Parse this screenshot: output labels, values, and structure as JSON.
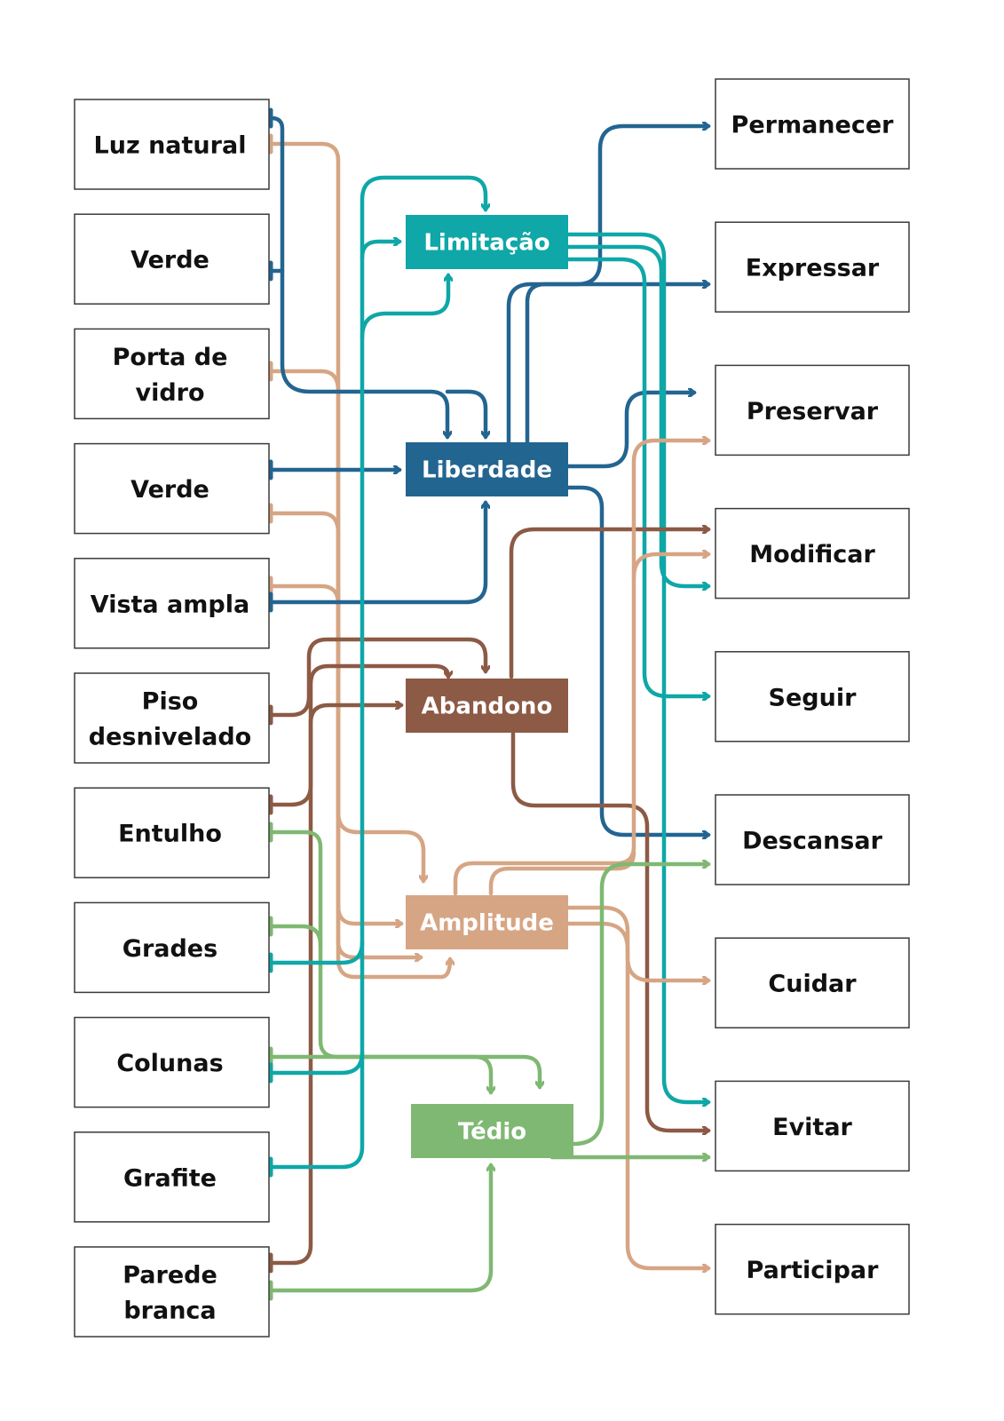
{
  "diagram": {
    "colors": {
      "Limitação": "#0fa7a7",
      "Liberdade": "#236591",
      "Abandono": "#8c5a45",
      "Amplitude": "#d6a584",
      "Tédio": "#7fb872"
    },
    "sources": [
      {
        "id": "luz-natural",
        "lines": [
          "Luz natural"
        ]
      },
      {
        "id": "verde-1",
        "lines": [
          "Verde"
        ]
      },
      {
        "id": "porta-de-vidro",
        "lines": [
          "Porta de",
          "vidro"
        ]
      },
      {
        "id": "verde-2",
        "lines": [
          "Verde"
        ]
      },
      {
        "id": "vista-ampla",
        "lines": [
          "Vista ampla"
        ]
      },
      {
        "id": "piso-desnivelado",
        "lines": [
          "Piso",
          "desnivelado"
        ]
      },
      {
        "id": "entulho",
        "lines": [
          "Entulho"
        ]
      },
      {
        "id": "grades",
        "lines": [
          "Grades"
        ]
      },
      {
        "id": "colunas",
        "lines": [
          "Colunas"
        ]
      },
      {
        "id": "grafite",
        "lines": [
          "Grafite"
        ]
      },
      {
        "id": "parede-branca",
        "lines": [
          "Parede",
          "branca"
        ]
      }
    ],
    "categories": [
      {
        "id": "limitacao",
        "label": "Limitação"
      },
      {
        "id": "liberdade",
        "label": "Liberdade"
      },
      {
        "id": "abandono",
        "label": "Abandono"
      },
      {
        "id": "amplitude",
        "label": "Amplitude"
      },
      {
        "id": "tedio",
        "label": "Tédio"
      }
    ],
    "targets": [
      {
        "id": "permanecer",
        "label": "Permanecer"
      },
      {
        "id": "expressar",
        "label": "Expressar"
      },
      {
        "id": "preservar",
        "label": "Preservar"
      },
      {
        "id": "modificar",
        "label": "Modificar"
      },
      {
        "id": "seguir",
        "label": "Seguir"
      },
      {
        "id": "descansar",
        "label": "Descansar"
      },
      {
        "id": "cuidar",
        "label": "Cuidar"
      },
      {
        "id": "evitar",
        "label": "Evitar"
      },
      {
        "id": "participar",
        "label": "Participar"
      }
    ],
    "source_links": [
      {
        "from": "Luz natural",
        "to": "Liberdade"
      },
      {
        "from": "Verde",
        "to": "Liberdade"
      },
      {
        "from": "Luz natural",
        "to": "Amplitude"
      },
      {
        "from": "Porta de vidro",
        "to": "Amplitude"
      },
      {
        "from": "Verde",
        "to": "Liberdade"
      },
      {
        "from": "Verde",
        "to": "Amplitude"
      },
      {
        "from": "Vista ampla",
        "to": "Amplitude"
      },
      {
        "from": "Vista ampla",
        "to": "Liberdade"
      },
      {
        "from": "Piso desnivelado",
        "to": "Abandono"
      },
      {
        "from": "Entulho",
        "to": "Abandono"
      },
      {
        "from": "Entulho",
        "to": "Tédio"
      },
      {
        "from": "Grades",
        "to": "Tédio"
      },
      {
        "from": "Grades",
        "to": "Limitação"
      },
      {
        "from": "Colunas",
        "to": "Tédio"
      },
      {
        "from": "Colunas",
        "to": "Limitação"
      },
      {
        "from": "Grafite",
        "to": "Limitação"
      },
      {
        "from": "Parede branca",
        "to": "Abandono"
      },
      {
        "from": "Parede branca",
        "to": "Tédio"
      }
    ],
    "target_links": [
      {
        "from": "Liberdade",
        "to": "Permanecer"
      },
      {
        "from": "Liberdade",
        "to": "Expressar"
      },
      {
        "from": "Liberdade",
        "to": "Preservar"
      },
      {
        "from": "Liberdade",
        "to": "Descansar"
      },
      {
        "from": "Limitação",
        "to": "Modificar"
      },
      {
        "from": "Limitação",
        "to": "Seguir"
      },
      {
        "from": "Limitação",
        "to": "Evitar"
      },
      {
        "from": "Abandono",
        "to": "Modificar"
      },
      {
        "from": "Abandono",
        "to": "Evitar"
      },
      {
        "from": "Amplitude",
        "to": "Preservar"
      },
      {
        "from": "Amplitude",
        "to": "Modificar"
      },
      {
        "from": "Amplitude",
        "to": "Cuidar"
      },
      {
        "from": "Amplitude",
        "to": "Participar"
      },
      {
        "from": "Tédio",
        "to": "Descansar"
      },
      {
        "from": "Tédio",
        "to": "Evitar"
      }
    ]
  }
}
